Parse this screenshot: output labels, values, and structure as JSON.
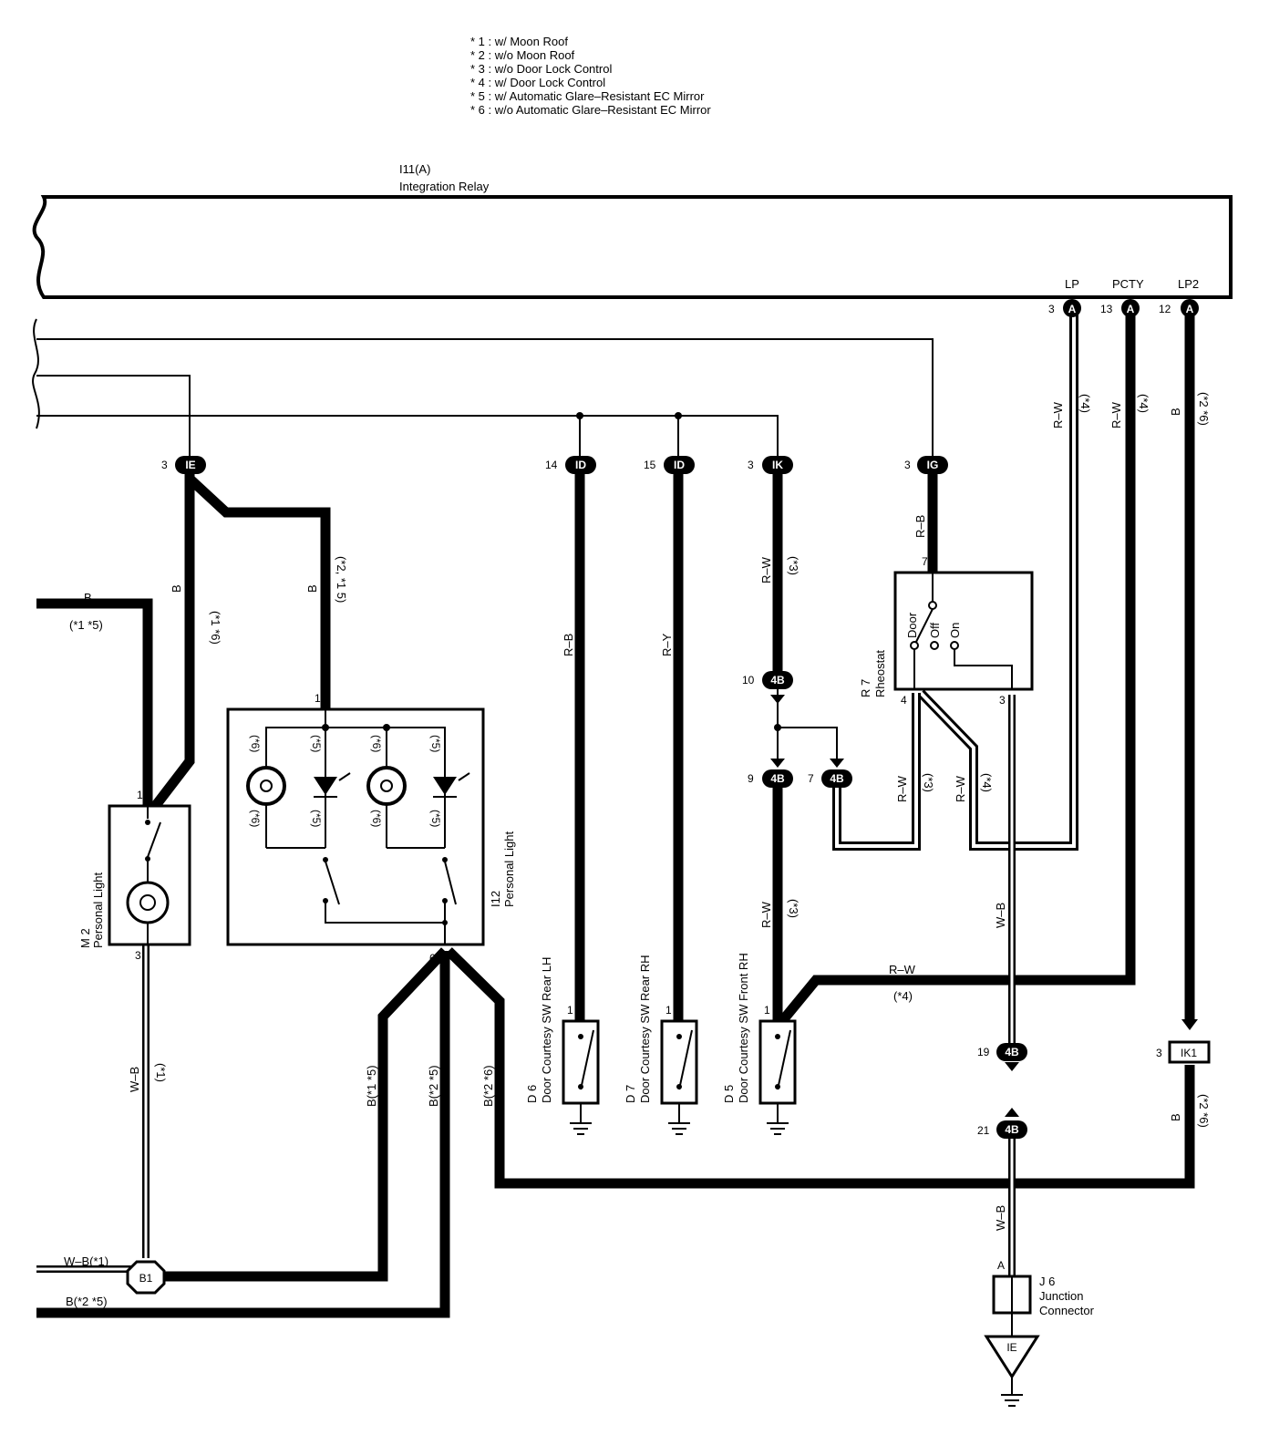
{
  "legend": [
    "* 1 : w/ Moon Roof",
    "* 2 : w/o Moon Roof",
    "* 3 : w/o Door Lock Control",
    "* 4 : w/ Door Lock Control",
    "* 5 : w/ Automatic Glare–Resistant EC Mirror",
    "* 6 : w/o Automatic Glare–Resistant EC Mirror"
  ],
  "relay": {
    "code": "I11(A)",
    "name": "Integration Relay",
    "terminals": [
      {
        "pin": "3",
        "name": "LP",
        "conn": "A"
      },
      {
        "pin": "13",
        "name": "PCTY",
        "conn": "A"
      },
      {
        "pin": "12",
        "name": "LP2",
        "conn": "A"
      }
    ]
  },
  "connectors": {
    "ie_top": {
      "pin": "3",
      "label": "IE"
    },
    "id1": {
      "pin": "14",
      "label": "ID"
    },
    "id2": {
      "pin": "15",
      "label": "ID"
    },
    "ik": {
      "pin": "3",
      "label": "IK"
    },
    "ig": {
      "pin": "3",
      "label": "IG"
    },
    "c4b_10": {
      "pin": "10",
      "label": "4B"
    },
    "c4b_9": {
      "pin": "9",
      "label": "4B"
    },
    "c4b_7": {
      "pin": "7",
      "label": "4B"
    },
    "c4b_19": {
      "pin": "19",
      "label": "4B"
    },
    "c4b_21": {
      "pin": "21",
      "label": "4B"
    },
    "ik1": {
      "pin": "3",
      "label": "IK1"
    },
    "b1": {
      "label": "B1"
    },
    "ground_ie": {
      "label": "IE"
    }
  },
  "wires": {
    "b_top_left": "B",
    "b_top_left_note": "(*1 *5)",
    "b_ie1": "B",
    "b_ie1_note": "(*1 *6)",
    "b_ie2": "B",
    "b_ie2_note": "(*2, *1 5)",
    "rb1": "R–B",
    "ry": "R–Y",
    "rw_ik": "R–W",
    "rw_ik_note": "(*3)",
    "rb_ig": "R–B",
    "rw_lp": "R–W",
    "rw_lp_note": "(*4)",
    "rw_pcty": "R–W",
    "rw_pcty_note": "(*4)",
    "b_lp2": "B",
    "b_lp2_note": "(*2 *6)",
    "rw_r7a": "R–W",
    "rw_r7a_note": "(*3)",
    "rw_r7b": "R–W",
    "rw_r7b_note": "(*4)",
    "rw_d5": "R–W",
    "rw_d5_note": "(*3)",
    "wb_r7": "W–B",
    "rw_horiz": "R–W",
    "rw_horiz_note": "(*4)",
    "wb_m2": "W–B",
    "wb_m2_note": "(*1)",
    "b15": "B(*1 *5)",
    "b25": "B(*2 *5)",
    "b26": "B(*2 *6)",
    "b_ik1": "B",
    "b_ik1_note": "(*2 *6)",
    "wb_j6": "W–B",
    "wb_b1_left": "W–B(*1)",
    "b25_left": "B(*2 *5)"
  },
  "components": {
    "m2": {
      "code": "M 2",
      "name": "Personal Light",
      "pin_top": "1",
      "pin_bottom": "3"
    },
    "i12": {
      "code": "I12",
      "name": "Personal Light",
      "pin_top": "1",
      "pin_bottom": "6",
      "notes": [
        "(*6)",
        "(*5)",
        "(*6)",
        "(*5)",
        "(*6)",
        "(*5)",
        "(*6)",
        "(*5)"
      ]
    },
    "r7": {
      "code": "R 7",
      "name": "Rheostat",
      "pin_top": "7",
      "pin_left": "4",
      "pin_right": "3",
      "pos_door": "Door",
      "pos_off": "Off",
      "pos_on": "On"
    },
    "d6": {
      "code": "D 6",
      "name": "Door Courtesy SW Rear LH",
      "pin": "1"
    },
    "d7": {
      "code": "D 7",
      "name": "Door Courtesy SW Rear RH",
      "pin": "1"
    },
    "d5": {
      "code": "D 5",
      "name": "Door Courtesy SW Front RH",
      "pin": "1"
    },
    "j6": {
      "code": "J 6",
      "line2": "Junction",
      "line3": "Connector",
      "pin": "A"
    }
  }
}
